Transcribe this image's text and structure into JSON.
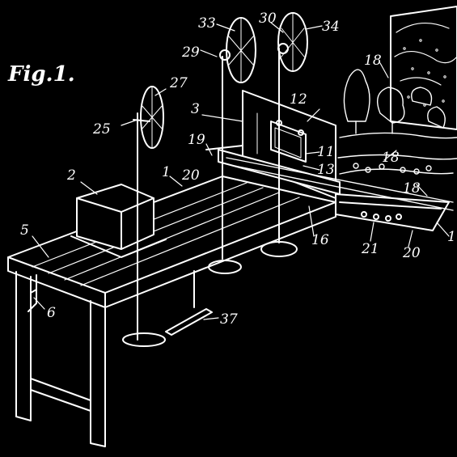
{
  "figure": {
    "title": "Fig.1.",
    "labels": {
      "l1": "1",
      "l2": "2",
      "l3": "3",
      "l5": "5",
      "l6": "6",
      "l11": "11",
      "l12": "12",
      "l13": "13",
      "l16": "16",
      "l18a": "18",
      "l18b": "18",
      "l18c": "18",
      "l19": "19",
      "l20a": "20",
      "l20b": "20",
      "l21": "21",
      "l25": "25",
      "l27": "27",
      "l29": "29",
      "l30": "30",
      "l33": "33",
      "l34": "34",
      "l37": "37",
      "l1edge": "1"
    }
  },
  "colors": {
    "background": "#000000",
    "ink": "#ffffff"
  }
}
